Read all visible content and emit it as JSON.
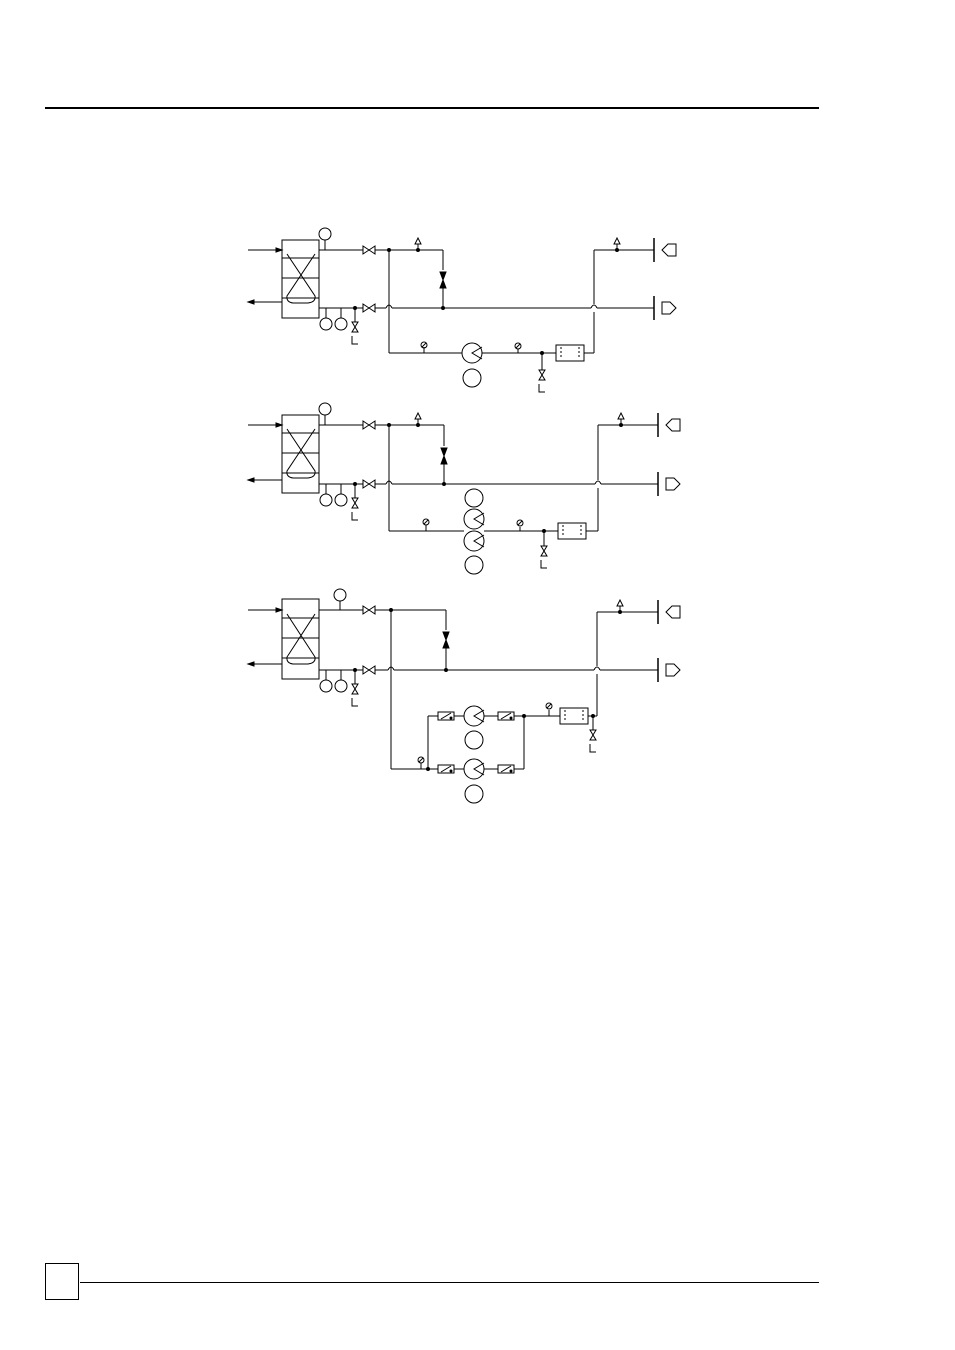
{
  "page": {
    "page_number": ""
  },
  "diagrams": [
    {
      "name": "single-pump-circuit",
      "pumps": 1,
      "arrangement": "single"
    },
    {
      "name": "twin-pump-circuit",
      "pumps": 2,
      "arrangement": "twin-head"
    },
    {
      "name": "parallel-pump-circuit",
      "pumps": 2,
      "arrangement": "parallel-with-check-valves"
    }
  ],
  "icons": [
    "heat-exchanger-icon",
    "sensor-icon",
    "gate-valve-icon",
    "air-vent-icon",
    "bypass-valve-icon",
    "pressure-gauge-icon",
    "pump-icon",
    "motor-icon",
    "filter-icon",
    "drain-valve-icon",
    "flow-out-arrow-icon",
    "flow-in-arrow-icon",
    "check-valve-icon"
  ],
  "colors": {
    "line": "#000000",
    "background": "#ffffff"
  }
}
